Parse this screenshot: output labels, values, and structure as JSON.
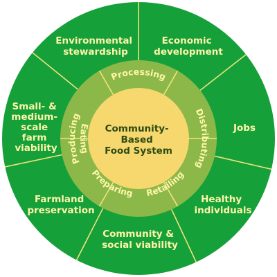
{
  "diagram": {
    "center": {
      "lines": [
        "Community-",
        "Based",
        "Food System"
      ]
    },
    "stages": [
      {
        "id": "processing",
        "label": "Processing"
      },
      {
        "id": "distributing",
        "label": "Distributing"
      },
      {
        "id": "retailing",
        "label": "Retailing"
      },
      {
        "id": "preparing",
        "label": "Preparing"
      },
      {
        "id": "eating",
        "label": "Eating"
      },
      {
        "id": "producing",
        "label": "Producing"
      }
    ],
    "outcomes": [
      {
        "id": "environmental",
        "lines": [
          "Environmental",
          "stewardship"
        ]
      },
      {
        "id": "economic",
        "lines": [
          "Economic",
          "development"
        ]
      },
      {
        "id": "jobs",
        "lines": [
          "Jobs"
        ]
      },
      {
        "id": "healthy",
        "lines": [
          "Healthy",
          "individuals"
        ]
      },
      {
        "id": "community",
        "lines": [
          "Community &",
          "social viability"
        ]
      },
      {
        "id": "farmland",
        "lines": [
          "Farmland",
          "preservation"
        ]
      },
      {
        "id": "farm",
        "lines": [
          "Small- &",
          "medium-",
          "scale",
          "farm",
          "viability"
        ]
      }
    ],
    "colors": {
      "outer_ring": "#15a03a",
      "middle_ring": "#8cb84a",
      "core": "#f6d86e",
      "outer_text": "#fff6a8",
      "ring_text": "#fff6a8",
      "core_text": "#2d4a14",
      "divider": "#f2e27a"
    }
  }
}
